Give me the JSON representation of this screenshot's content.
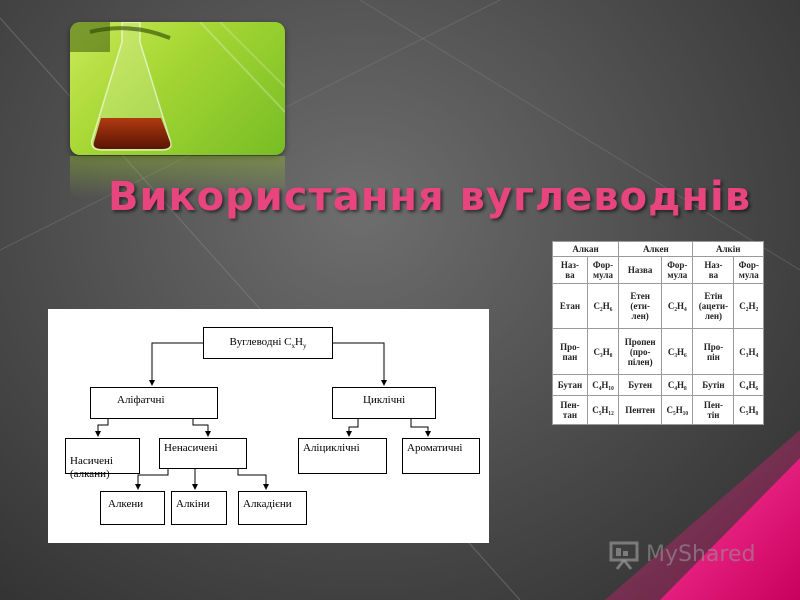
{
  "slide": {
    "title": "Використання вуглеводнів",
    "accent_color": "#e8457e",
    "photo": {
      "icon": "chemistry-flask-photo"
    }
  },
  "diagram": {
    "root": "Вуглеводні C",
    "root_sub_x": "x",
    "root_H": "H",
    "root_sub_y": "y",
    "aliphatic": "Аліфатчні",
    "cyclic": "Циклічні",
    "saturated": "Насичені\n(алкани)",
    "unsaturated": "Ненасичені",
    "alicyclic": "Аліциклічні",
    "aromatic": "Ароматичні",
    "alkenes": "Алкени",
    "alkynes": "Алкіни",
    "alkadienes": "Алкадієни"
  },
  "table": {
    "groups": [
      "Алкан",
      "Алкен",
      "Алкін"
    ],
    "subheaders": [
      "Наз-\nва",
      "Фор-\nмула",
      "Назва",
      "Фор-\nмула",
      "Наз-\nва",
      "Фор-\nмула"
    ],
    "rows": [
      [
        "Етан",
        "C₂H₆",
        "Етен\n(ети-\nлен)",
        "C₂H₄",
        "Етін\n(ацети-\nлен)",
        "C₂H₂"
      ],
      [
        "Про-\nпан",
        "C₃H₈",
        "Пропен\n(про-\nпілен)",
        "C₃H₆",
        "Про-\nпін",
        "C₃H₄"
      ],
      [
        "Бутан",
        "C₄H₁₀",
        "Бутен",
        "C₄H₈",
        "Бутін",
        "C₄H₆"
      ],
      [
        "Пен-\nтан",
        "C₅H₁₂",
        "Пентен",
        "C₅H₁₀",
        "Пен-\nтін",
        "C₅H₈"
      ]
    ]
  },
  "watermark": {
    "text": "MyShared",
    "icon": "presentation-board-icon"
  }
}
